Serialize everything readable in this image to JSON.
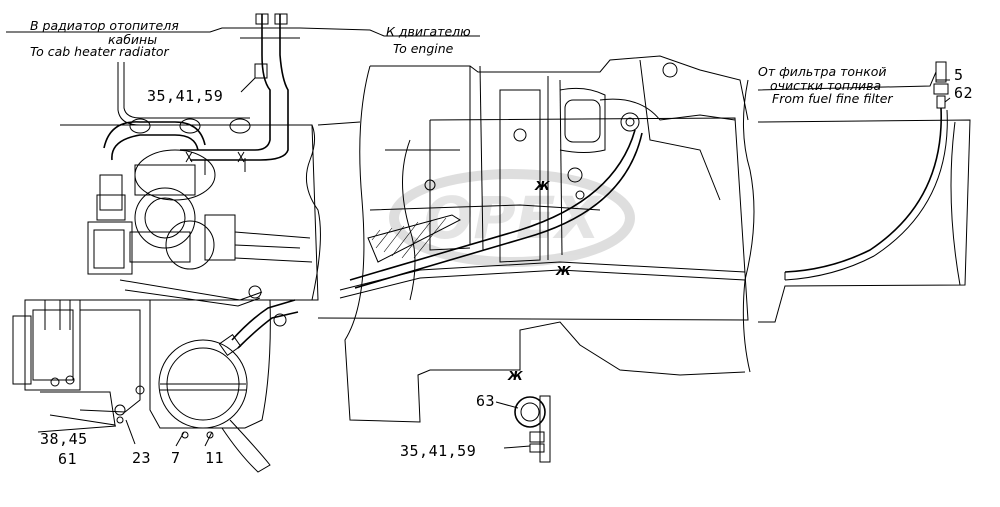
{
  "annotations": {
    "heater_ru_1": "В радиатор отопителя",
    "heater_ru_2": "кабины",
    "heater_en": "To cab heater radiator",
    "engine_ru": "К двигателю",
    "engine_en": "To engine",
    "filter_ru_1": "От фильтра тонкой",
    "filter_ru_2": "очистки топлива",
    "filter_en": "From fuel fine filter",
    "view_mark_1": "Ж",
    "view_mark_2": "Ж",
    "view_mark_3": "Ж"
  },
  "callouts": {
    "c_35_41_59_top": "35,41,59",
    "c_5": "5",
    "c_62": "62",
    "c_38_45": "38,45",
    "c_61": "61",
    "c_23": "23",
    "c_7": "7",
    "c_11": "11",
    "c_63": "63",
    "c_35_41_59_bottom": "35,41,59"
  },
  "watermark": "OPEX"
}
